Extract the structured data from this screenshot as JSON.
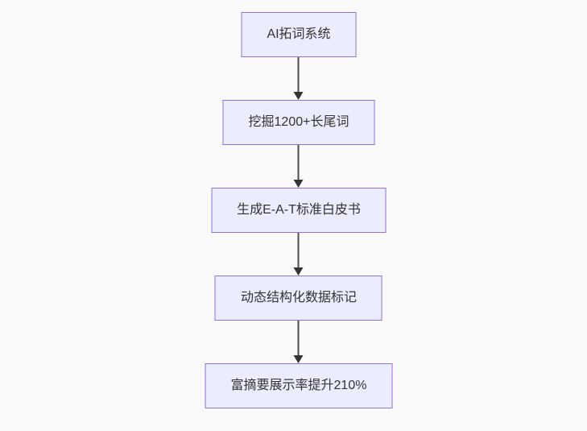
{
  "diagram": {
    "type": "flowchart-top-down",
    "colors": {
      "background": "#fafafa",
      "node_fill": "#ECECFF",
      "node_border": "#9370DB",
      "text_color": "#333333",
      "edge_color": "#4d4d4d",
      "arrowhead_color": "#333333"
    },
    "nodes": [
      {
        "label": "AI拓词系统"
      },
      {
        "label": "挖掘1200+长尾词"
      },
      {
        "label": "生成E-A-T标准白皮书"
      },
      {
        "label": "动态结构化数据标记"
      },
      {
        "label": "富摘要展示率提升210%"
      }
    ],
    "edges": [
      {
        "from": 0,
        "to": 1
      },
      {
        "from": 1,
        "to": 2
      },
      {
        "from": 2,
        "to": 3
      },
      {
        "from": 3,
        "to": 4
      }
    ]
  }
}
